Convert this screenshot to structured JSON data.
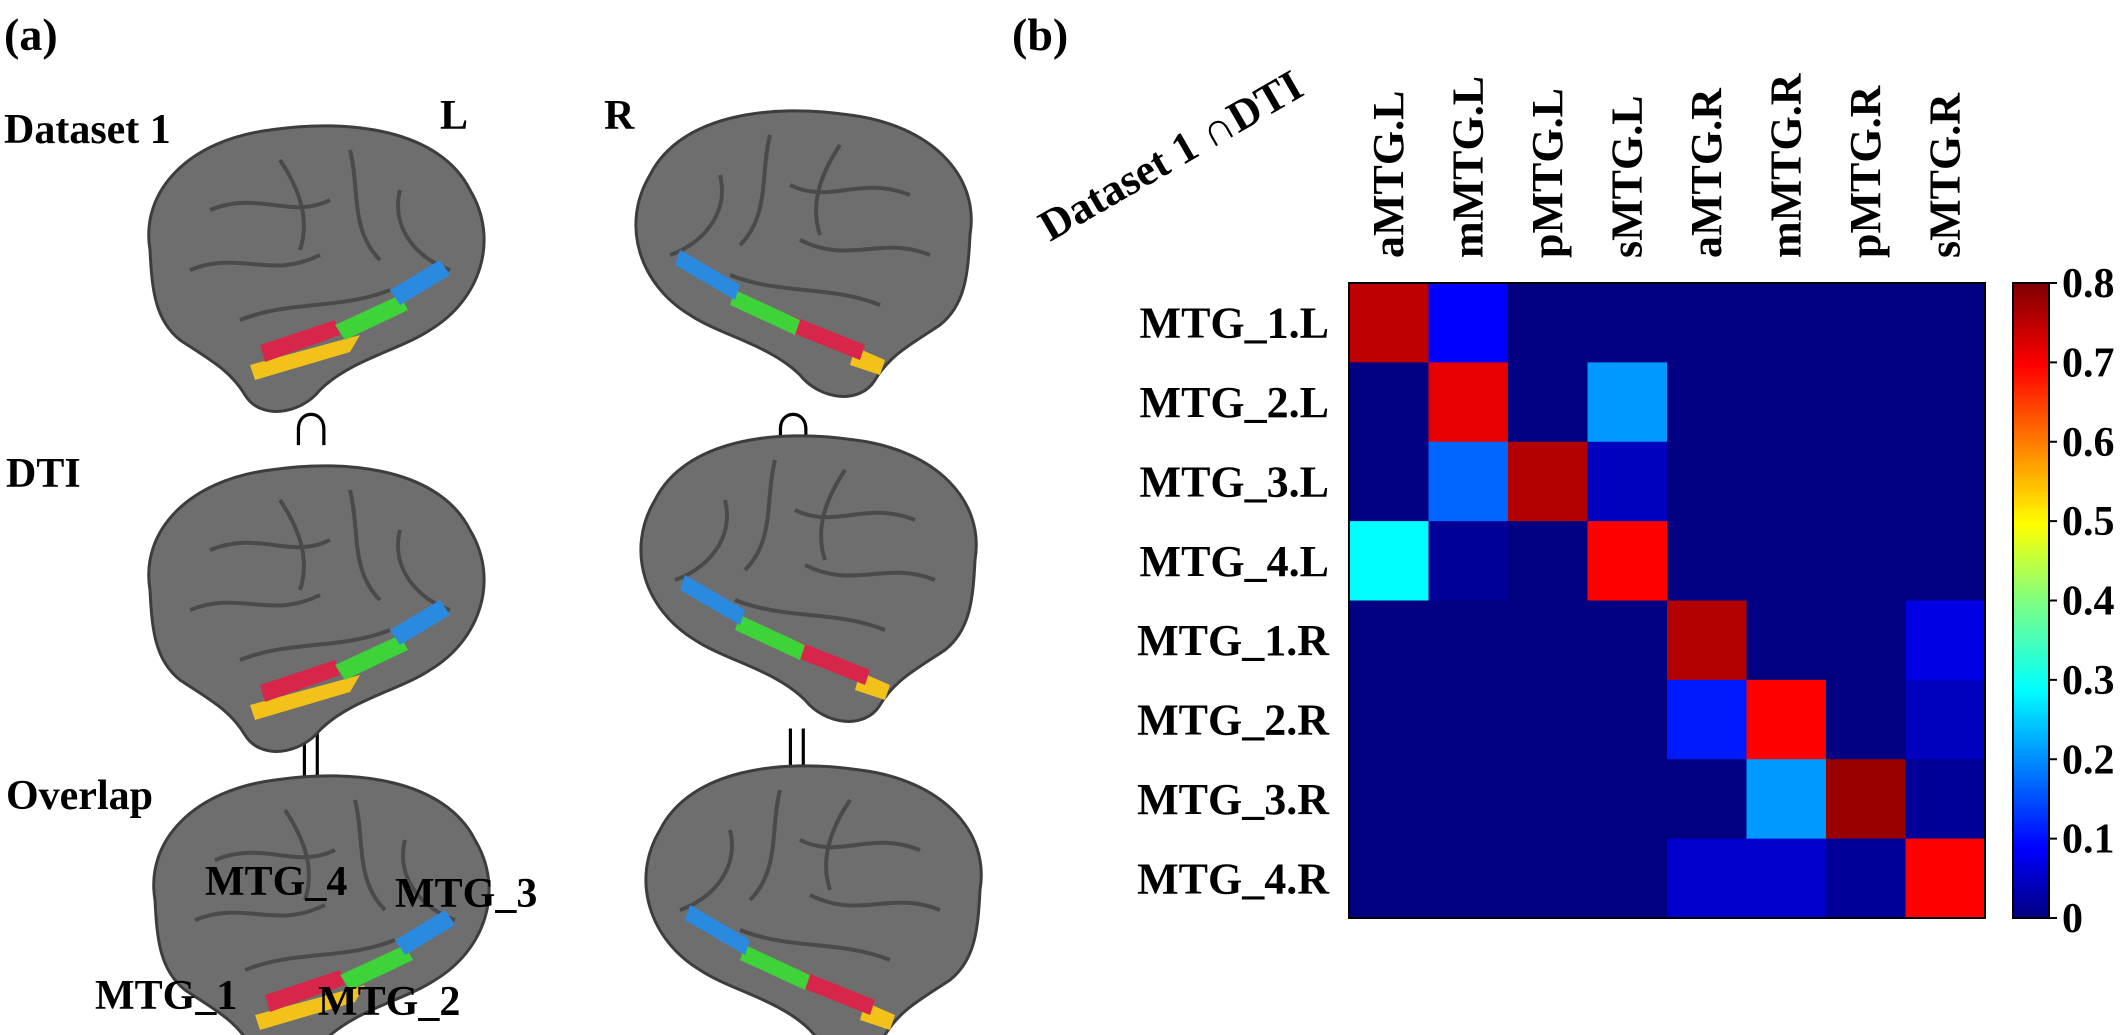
{
  "panel_a": {
    "label": "(a)",
    "hemi_left": "L",
    "hemi_right": "R",
    "rows": [
      "Dataset 1",
      "DTI",
      "Overlap"
    ],
    "op_intersect": "∩",
    "op_equal": "||",
    "region_labels": [
      "MTG_4",
      "MTG_3",
      "MTG_1",
      "MTG_2"
    ],
    "colors": {
      "brain": "#6e6e6e",
      "red": "#d8264a",
      "green": "#3fd33a",
      "blue": "#2a8ae0",
      "yellow": "#f2c21a"
    }
  },
  "panel_b": {
    "label": "(b)",
    "corner_label": "Dataset 1 ∩DTI"
  },
  "chart_data": {
    "type": "heatmap",
    "x": [
      "aMTG.L",
      "mMTG.L",
      "pMTG.L",
      "sMTG.L",
      "aMTG.R",
      "mMTG.R",
      "pMTG.R",
      "sMTG.R"
    ],
    "y": [
      "MTG_1.L",
      "MTG_2.L",
      "MTG_3.L",
      "MTG_4.L",
      "MTG_1.R",
      "MTG_2.R",
      "MTG_3.R",
      "MTG_4.R"
    ],
    "values": [
      [
        0.75,
        0.1,
        0,
        0,
        0,
        0,
        0,
        0
      ],
      [
        0,
        0.72,
        0,
        0.22,
        0,
        0,
        0,
        0
      ],
      [
        0,
        0.18,
        0.76,
        0.05,
        0,
        0,
        0,
        0
      ],
      [
        0.3,
        0.02,
        0,
        0.7,
        0,
        0,
        0,
        0
      ],
      [
        0,
        0,
        0,
        0,
        0.76,
        0,
        0,
        0.08
      ],
      [
        0,
        0,
        0,
        0,
        0.12,
        0.7,
        0,
        0.05
      ],
      [
        0,
        0,
        0,
        0,
        0,
        0.22,
        0.78,
        0.02
      ],
      [
        0,
        0,
        0,
        0,
        0.06,
        0.06,
        0.02,
        0.7
      ]
    ],
    "colorbar": {
      "min": 0,
      "max": 0.8,
      "ticks": [
        "0",
        "0.1",
        "0.2",
        "0.3",
        "0.4",
        "0.5",
        "0.6",
        "0.7",
        "0.8"
      ],
      "colormap": "jet"
    }
  }
}
